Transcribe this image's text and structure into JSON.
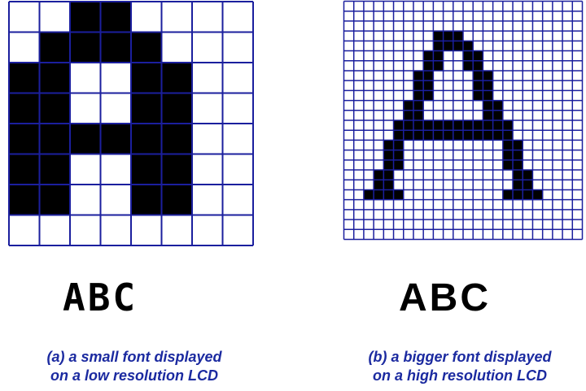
{
  "colors": {
    "grid_line": "#1b1f9e",
    "pixel_on": "#000000",
    "pixel_off": "#ffffff",
    "caption": "#1b2aa0"
  },
  "low_res": {
    "sample_text": "ABC",
    "caption_line1": "(a) a small font displayed",
    "caption_line2": "on a low resolution LCD",
    "columns": 8,
    "rows": 8,
    "bitmap": [
      "00110000",
      "01111000",
      "11001100",
      "11001100",
      "11111100",
      "11001100",
      "11001100",
      "00000000"
    ]
  },
  "high_res": {
    "sample_text": "ABC",
    "caption_line1": "(b) a bigger font displayed",
    "caption_line2": "on a high resolution LCD",
    "columns": 24,
    "rows": 24,
    "bitmap": [
      "000000000000000000000000",
      "000000000000000000000000",
      "000000000000000000000000",
      "000000000111000000000000",
      "000000000111100000000000",
      "000000001100110000000000",
      "000000001100110000000000",
      "000000011000011000000000",
      "000000011000011000000000",
      "000000011000011000000000",
      "000000110000001100000000",
      "000000110000001100000000",
      "000001111111111110000000",
      "000001111111111110000000",
      "000011000000000011000000",
      "000011000000000011000000",
      "000011000000000011000000",
      "000110000000000001100000",
      "000110000000000001100000",
      "001111000000000011110000",
      "000000000000000000000000",
      "000000000000000000000000",
      "000000000000000000000000",
      "000000000000000000000000"
    ]
  }
}
